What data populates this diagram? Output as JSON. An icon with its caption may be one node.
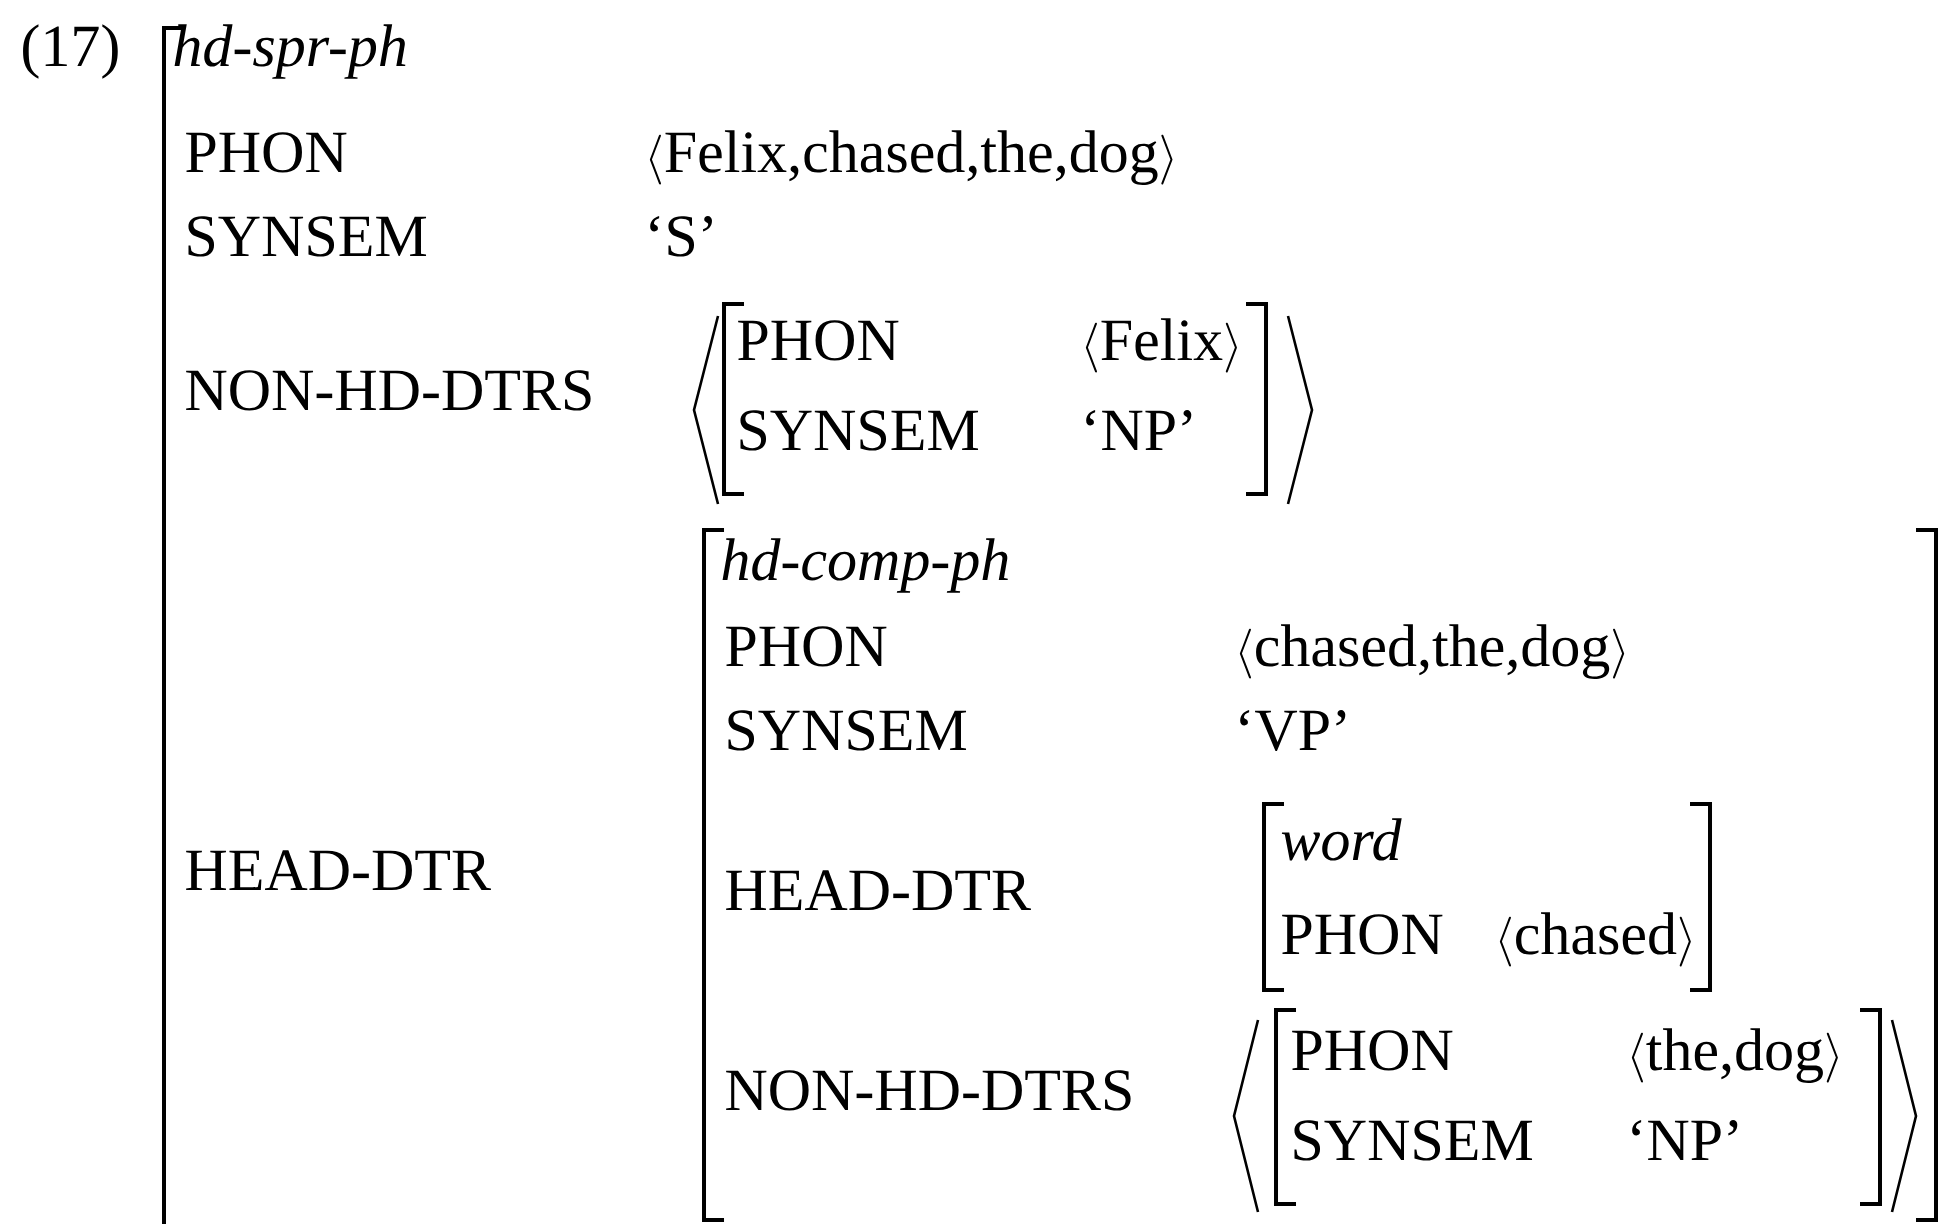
{
  "diagram": {
    "nodes": [
      {
        "text": [
          "hd-spr-ph",
          "PHON",
          "⟨Felix,chased,the,dog⟩",
          "SYNSEM",
          "‘S’",
          "NON-HD-DTRS",
          "HEAD-DTR"
        ]
      },
      {
        "text": [
          "PHON",
          "⟨Felix⟩",
          "SYNSEM",
          "‘NP’"
        ],
        "in": 0
      },
      {
        "text": [
          "hd-comp-ph",
          "PHON",
          "⟨chased,the,dog⟩",
          "SYNSEM",
          "‘VP’",
          "HEAD-DTR",
          "NON-HD-DTRS"
        ],
        "in": 0
      },
      {
        "text": [
          "word",
          "PHON",
          "⟨chased⟩"
        ],
        "in": 2
      },
      {
        "text": [
          "PHON",
          "⟨the,dog⟩",
          "SYNSEM",
          "‘NP’"
        ],
        "in": 2
      }
    ],
    "labels": [
      "(17)"
    ]
  }
}
